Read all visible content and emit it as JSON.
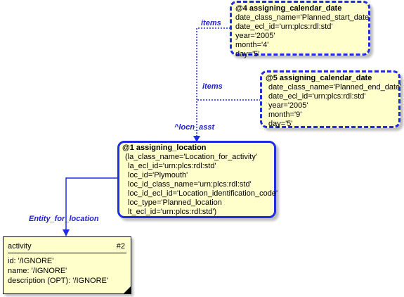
{
  "nodes": {
    "n4": {
      "title": "@4  assigning_calendar_date",
      "attrs": [
        "date_class_name='Planned_start_date'",
        "date_ecl_id='urn:plcs:rdl:std'",
        "year='2005'",
        "month='4'",
        "day='5'"
      ]
    },
    "n5": {
      "title": "@5  assigning_calendar_date",
      "attrs": [
        "date_class_name='Planned_end_date'",
        "date_ecl_id='urn:plcs:rdl:std'",
        "year='2005'",
        "month='9'",
        "day='5'"
      ]
    },
    "n1": {
      "title": "@1 assigning_location",
      "attrs": [
        "(la_class_name='Location_for_activity'",
        "la_ecl_id='urn:plcs:rdl:std'",
        "loc_id='Plymouth'",
        "loc_id_class_name='urn:plcs:rdl:std'",
        "loc_id_ecl_id='Location_identification_code'",
        "loc_type='Planned_location",
        "lt_ecl_id='urn:plcs:rdl:std')"
      ]
    }
  },
  "entity": {
    "name": "activity",
    "number": "#2",
    "attrs": [
      "id: '/IGNORE'",
      "name: '/IGNORE'",
      "description (OPT): '/IGNORE'"
    ]
  },
  "edges": {
    "items_top": "items",
    "items_mid": "items",
    "locn_asst": "^locn_asst",
    "entity_for_location": "Entity_for_location"
  },
  "colors": {
    "stroke": "#1f2de0",
    "label": "#2222cc",
    "fill": "#ffffcc"
  }
}
